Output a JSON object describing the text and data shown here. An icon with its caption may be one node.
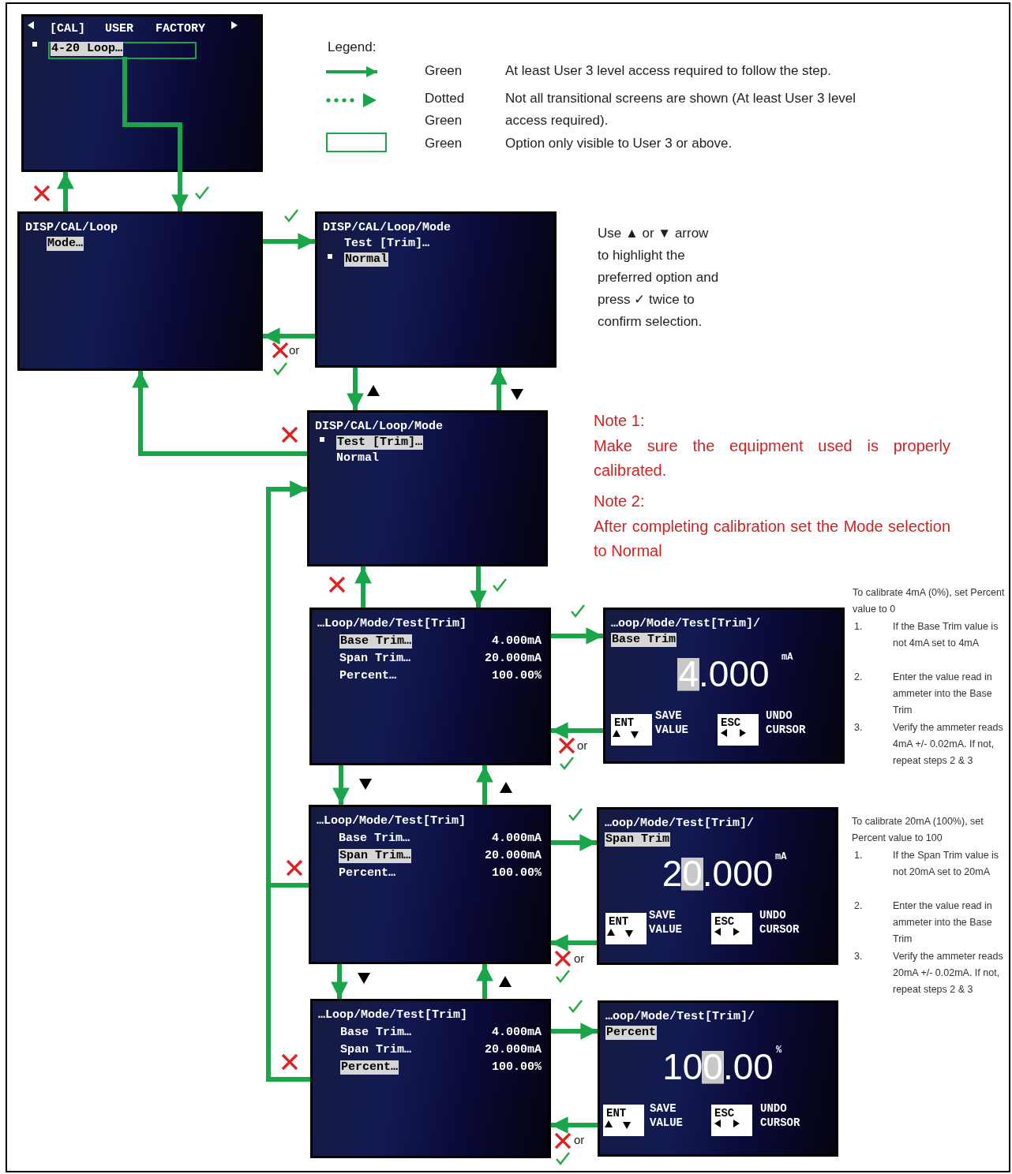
{
  "diagram": {
    "nodes": [
      {
        "text": [
          "[CAL]",
          "USER",
          "FACTORY"
        ]
      },
      {
        "text": [
          "4-20 Loop…"
        ],
        "in": 0
      },
      {
        "text": [
          "DISP/CAL/Loop",
          "Mode…"
        ]
      },
      {
        "text": [
          "DISP/CAL/Loop/Mode",
          "Test [Trim]…",
          "Normal"
        ]
      },
      {
        "text": [
          "DISP/CAL/Loop/Mode",
          "Test [Trim]…",
          "Normal"
        ]
      },
      {
        "text": [
          "…Loop/Mode/Test[Trim]",
          "Base Trim…",
          "4.000mA",
          "Span Trim…",
          "20.000mA",
          "Percent…",
          "100.00%"
        ]
      },
      {
        "text": [
          "…oop/Mode/Test[Trim]/",
          "Base Trim",
          "mA",
          "4.000",
          "SAVE VALUE",
          "UNDO CURSOR"
        ]
      },
      {
        "text": [
          "ENT"
        ],
        "in": 6
      },
      {
        "text": [
          "ESC"
        ],
        "in": 6
      },
      {
        "text": [
          "…Loop/Mode/Test[Trim]",
          "Base Trim…",
          "4.000mA",
          "Span Trim…",
          "20.000mA",
          "Percent…",
          "100.00%"
        ]
      },
      {
        "text": [
          "…oop/Mode/Test[Trim]/",
          "Span Trim",
          "mA",
          "20.000",
          "SAVE VALUE",
          "UNDO CURSOR"
        ]
      },
      {
        "text": [
          "ENT"
        ],
        "in": 10
      },
      {
        "text": [
          "ESC"
        ],
        "in": 10
      },
      {
        "text": [
          "…Loop/Mode/Test[Trim]",
          "Base Trim…",
          "4.000mA",
          "Span Trim…",
          "20.000mA",
          "Percent…",
          "100.00%"
        ]
      },
      {
        "text": [
          "…oop/Mode/Test[Trim]/",
          "Percent",
          "%",
          "100.00",
          "SAVE VALUE",
          "UNDO CURSOR"
        ]
      },
      {
        "text": [
          "ENT"
        ],
        "in": 14
      },
      {
        "text": [
          "ESC"
        ],
        "in": 14
      }
    ],
    "edges": [
      {
        "from": 1,
        "to": 2,
        "arrow": "to"
      },
      {
        "from": 2,
        "to": 0,
        "arrow": "to"
      },
      {
        "from": 2,
        "to": 3,
        "arrow": "to"
      },
      {
        "from": 3,
        "to": 2,
        "arrow": "to",
        "label": "or"
      },
      {
        "from": 3,
        "to": 4,
        "arrow": "to"
      },
      {
        "from": 4,
        "to": 3,
        "arrow": "to"
      },
      {
        "from": 4,
        "to": 2,
        "arrow": "to"
      },
      {
        "from": 4,
        "to": 5,
        "arrow": "to"
      },
      {
        "from": 5,
        "to": 4,
        "arrow": "to"
      },
      {
        "from": 5,
        "to": 6,
        "arrow": "to"
      },
      {
        "from": 6,
        "to": 5,
        "arrow": "to",
        "label": "or"
      },
      {
        "from": 5,
        "to": 9,
        "arrow": "to"
      },
      {
        "from": 9,
        "to": 5,
        "arrow": "to"
      },
      {
        "from": 9,
        "to": 10,
        "arrow": "to"
      },
      {
        "from": 10,
        "to": 9,
        "arrow": "to",
        "label": "or"
      },
      {
        "from": 9,
        "to": 13,
        "arrow": "to"
      },
      {
        "from": 13,
        "to": 9,
        "arrow": "to"
      },
      {
        "from": 13,
        "to": 14,
        "arrow": "to"
      },
      {
        "from": 14,
        "to": 13,
        "arrow": "to",
        "label": "or"
      },
      {
        "from": 9,
        "to": 4,
        "arrow": "to"
      },
      {
        "from": 13,
        "to": 4,
        "arrow": "to"
      }
    ],
    "labels": [
      "Legend:",
      "At least User 3 level access required to follow the step.",
      "Not all transitional screens are shown (At least User 3 level access required).",
      "Option only visible to User 3 or above.",
      "Use ▲ or ▼ arrow to highlight the preferred option and press ✓ twice to confirm selection.",
      "Note 1:",
      "Make sure the equipment used is properly calibrated.",
      "Note 2:",
      "After completing calibration set the Mode selection to Normal",
      "To calibrate 4mA (0%), set Percent value to 0",
      "1.",
      "If the Base Trim value is not 4mA set to 4mA",
      "2.",
      "Enter the value read in ammeter into the Base Trim",
      "3.",
      "Verify the ammeter reads 4mA +/- 0.02mA. If not, repeat steps 2 & 3",
      "To calibrate 20mA (100%), set Percent value to 100",
      "1.",
      "If the Span Trim value is not 20mA set to 20mA",
      "2.",
      "Enter the value read in ammeter into the Base Trim",
      "3.",
      "Verify the ammeter reads 20mA +/- 0.02mA. If not, repeat steps 2 & 3"
    ],
    "legend": [
      {
        "text": "Green"
      },
      {
        "text": "Dotted Green"
      },
      {
        "text": "Green"
      }
    ]
  }
}
